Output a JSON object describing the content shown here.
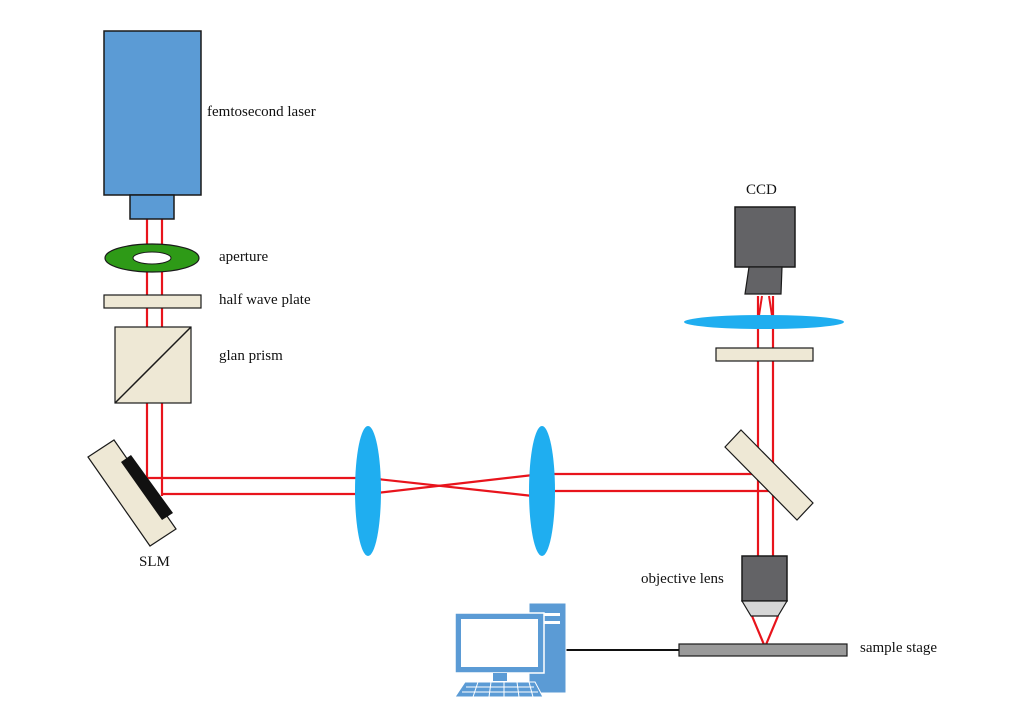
{
  "labels": {
    "laser": "femtosecond laser",
    "aperture": "aperture",
    "half_wave_plate": "half wave plate",
    "glan_prism": "glan prism",
    "slm": "SLM",
    "ccd": "CCD",
    "objective_lens": "objective lens",
    "sample_stage": "sample stage"
  },
  "colors": {
    "laser_body": "#5B9BD5",
    "beam": "#E8141C",
    "lens": "#1FAEF0",
    "aperture_ring": "#2E9A17",
    "optic_plate": "#EEE8D5",
    "ccd_body": "#636366",
    "stage": "#9A9A9A",
    "computer": "#5B9BD5"
  }
}
